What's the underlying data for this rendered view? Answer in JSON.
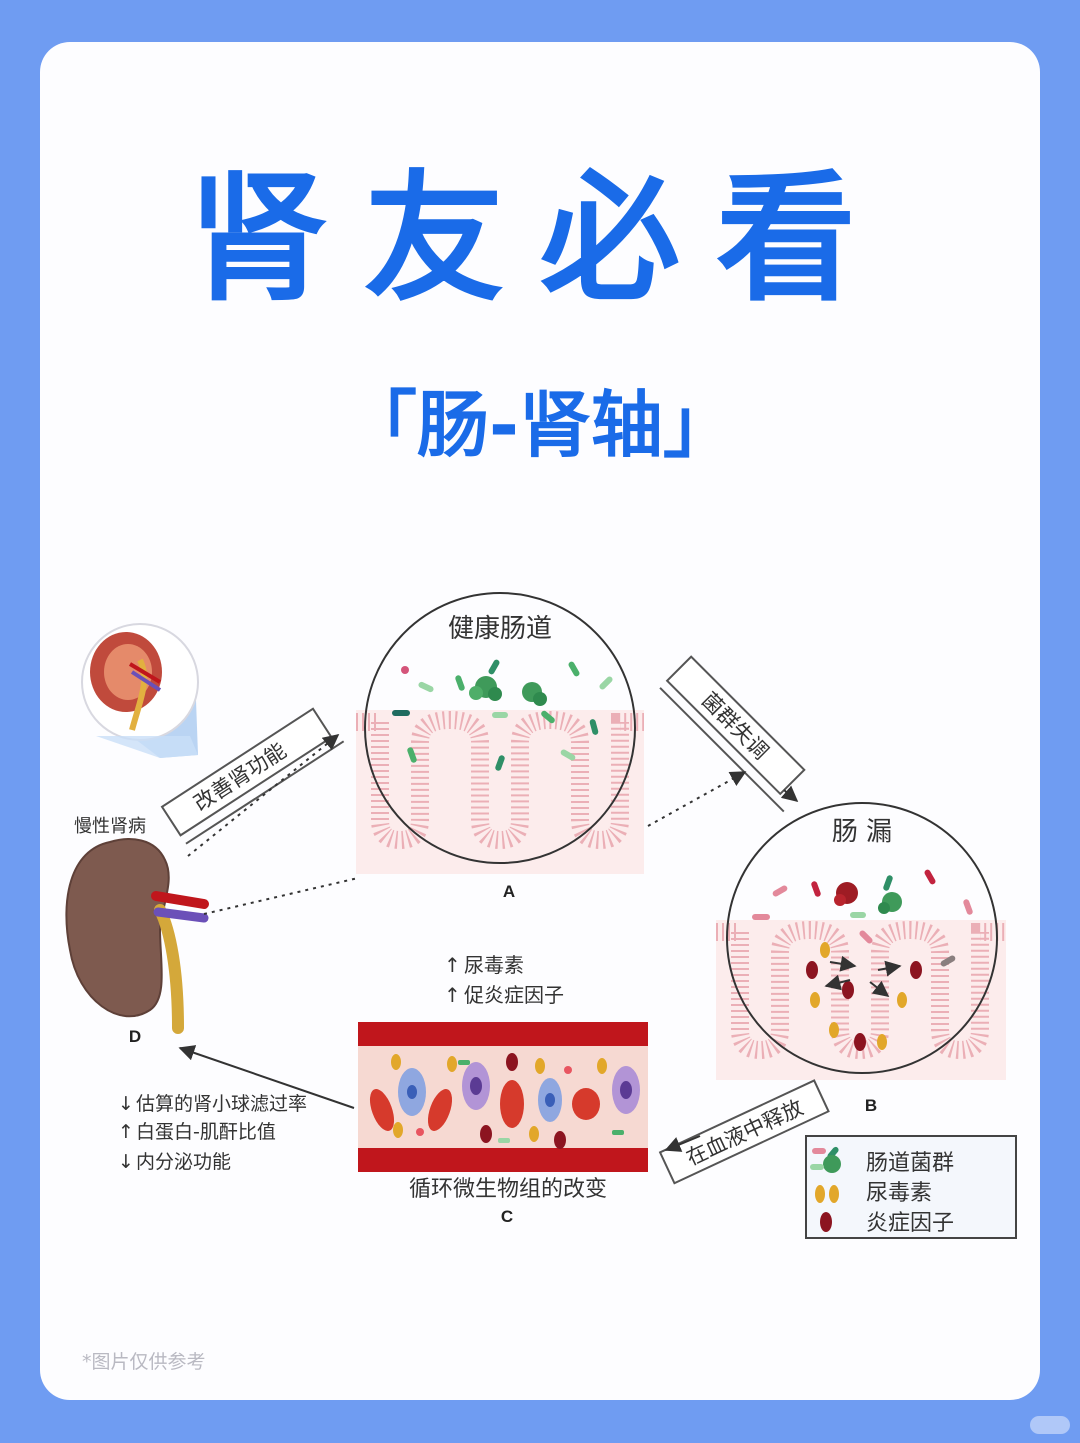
{
  "title": "肾友必看",
  "subtitle": "「肠-肾轴」",
  "note": "*图片仅供参考",
  "panels": {
    "a": {
      "circle_label": "健康肠道",
      "letter": "A"
    },
    "b": {
      "circle_label": "肠 漏",
      "letter": "B"
    },
    "c": {
      "caption": "循环微生物组的改变",
      "letter": "C",
      "up1": "尿毒素",
      "up2": "促炎症因子"
    },
    "d": {
      "organ_label": "慢性肾病",
      "letter": "D",
      "effects": [
        "估算的肾小球滤过率",
        "白蛋白-肌酐比值",
        "内分泌功能"
      ]
    }
  },
  "arrows": {
    "improve": "改善肾功能",
    "dysbiosis": "菌群失调",
    "release": "在血液中释放"
  },
  "legend": [
    "肠道菌群",
    "尿毒素",
    "炎症因子"
  ],
  "colors": {
    "brand": "#1a6be8",
    "background": "#6f9cf2",
    "tissue": "#f2c9c9",
    "kidney": "#7e5a4f",
    "vessel": "#c0161c"
  }
}
